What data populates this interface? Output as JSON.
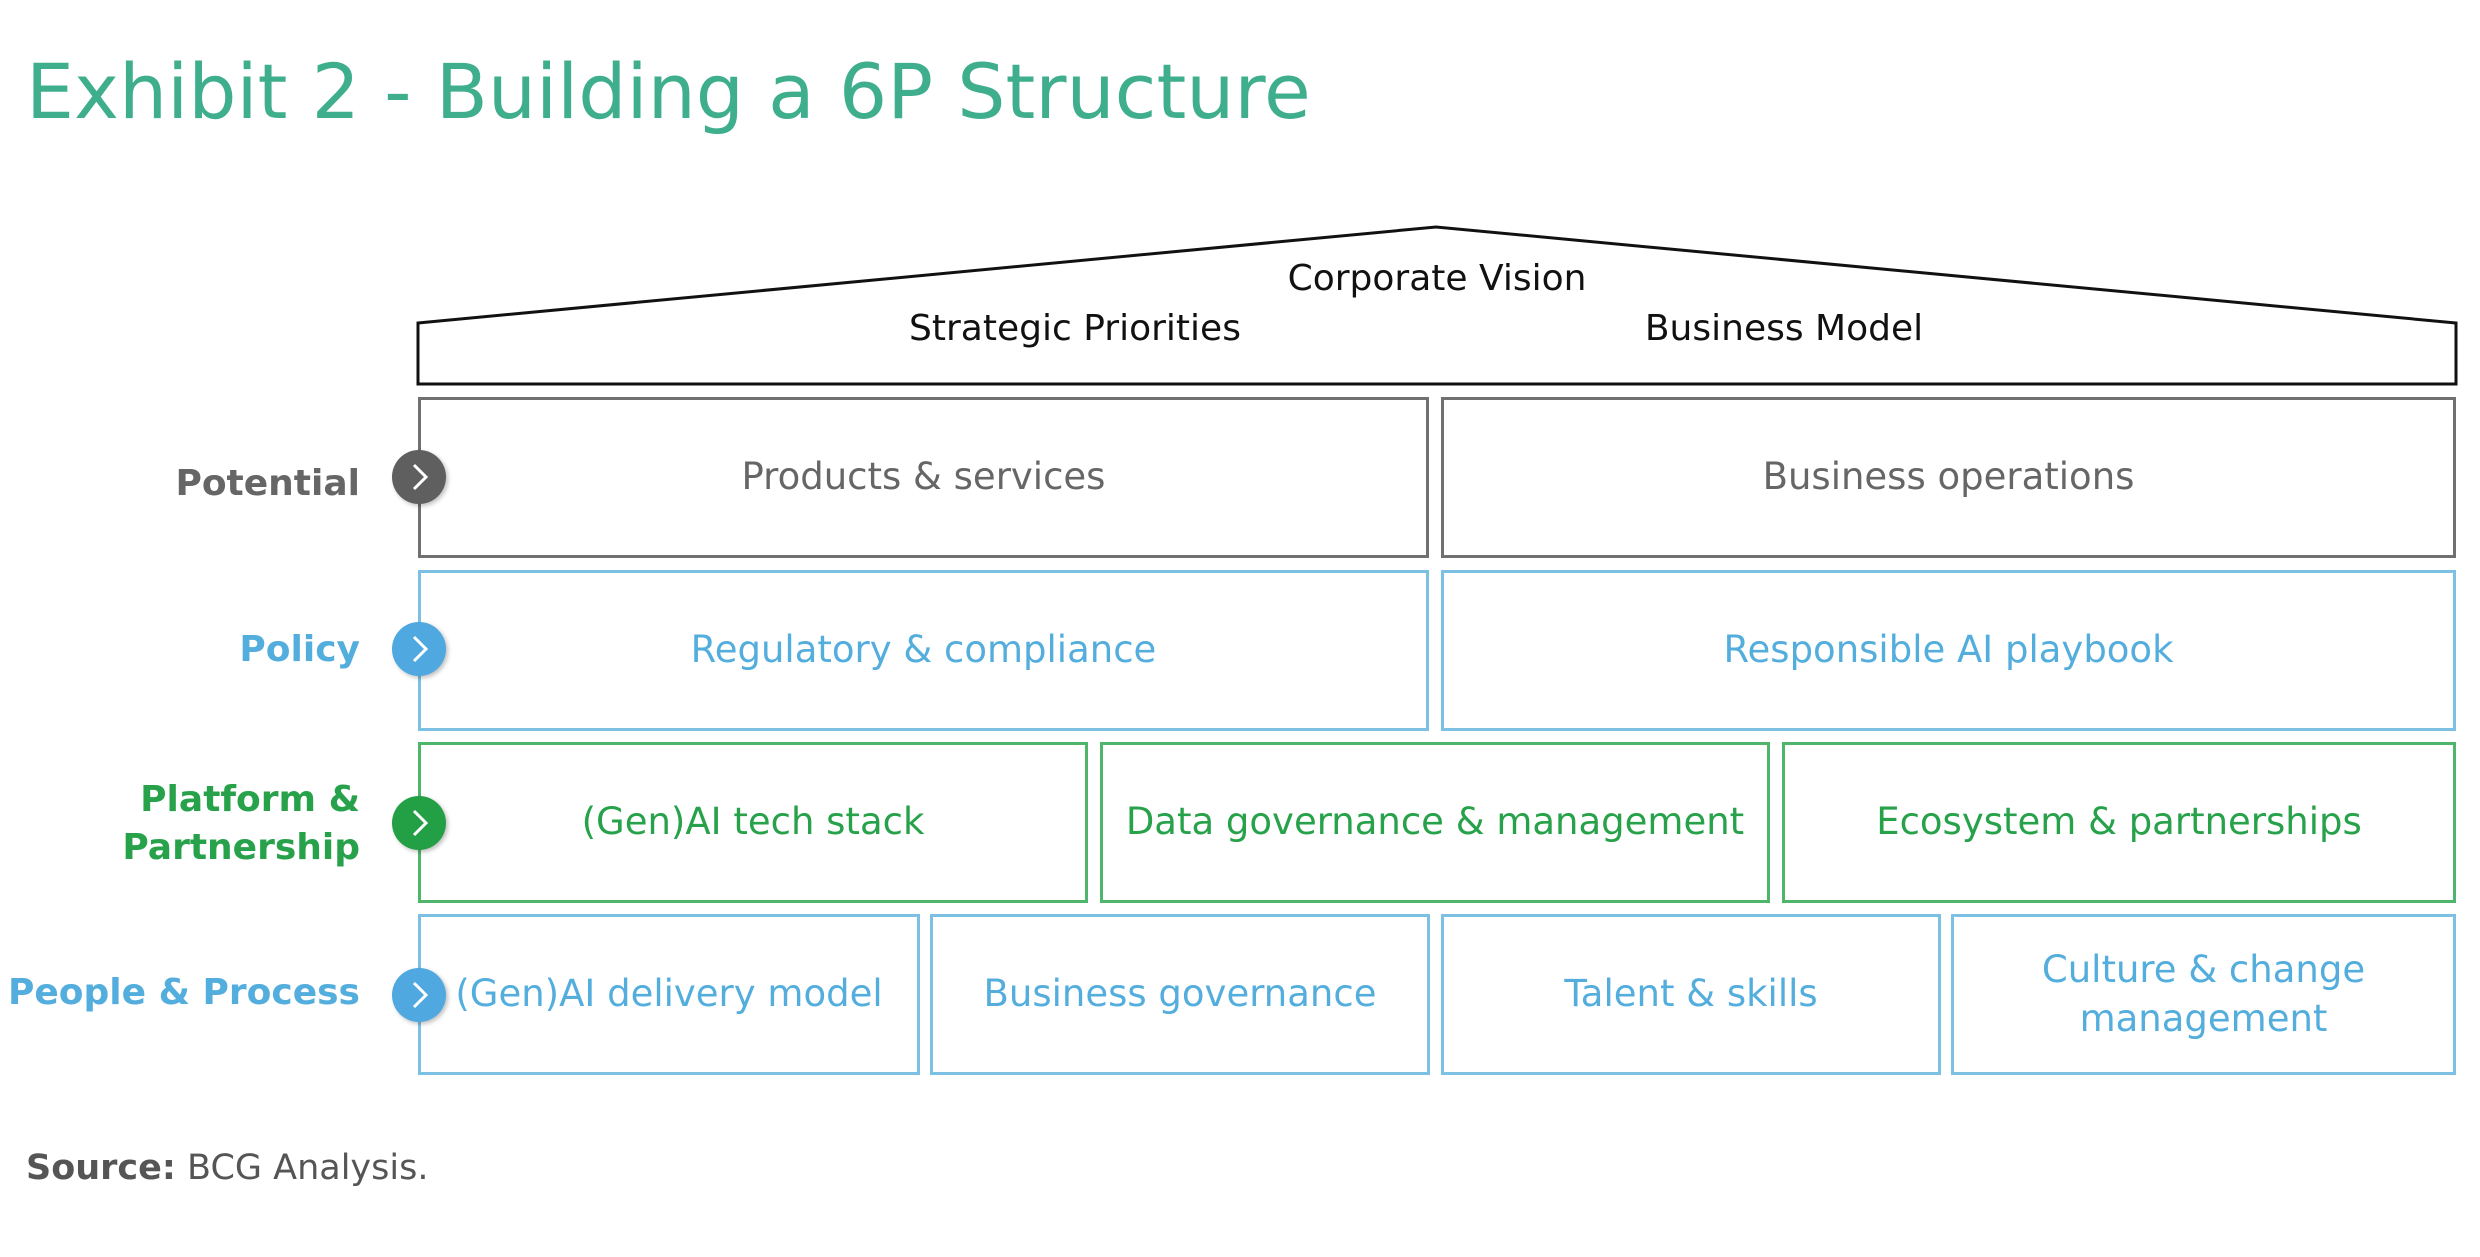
{
  "title": "Exhibit 2 - Building a 6P Structure",
  "roof": {
    "top": "Corporate Vision",
    "left": "Strategic Priorities",
    "right": "Business Model"
  },
  "rows": [
    {
      "label": "Potential",
      "color": "#666666",
      "boxes": [
        "Products & services",
        "Business operations"
      ]
    },
    {
      "label": "Policy",
      "color": "#54aedd",
      "boxes": [
        "Regulatory & compliance",
        "Responsible AI playbook"
      ]
    },
    {
      "label": "Platform &\nPartnership",
      "color": "#27a24a",
      "boxes": [
        "(Gen)AI tech stack",
        "Data governance & management",
        "Ecosystem & partnerships"
      ]
    },
    {
      "label": "People & Process",
      "color": "#54aedd",
      "boxes": [
        "(Gen)AI delivery model",
        "Business governance",
        "Talent & skills",
        "Culture & change\nmanagement"
      ]
    }
  ],
  "source": {
    "prefix": "Source:",
    "text": " BCG Analysis."
  }
}
